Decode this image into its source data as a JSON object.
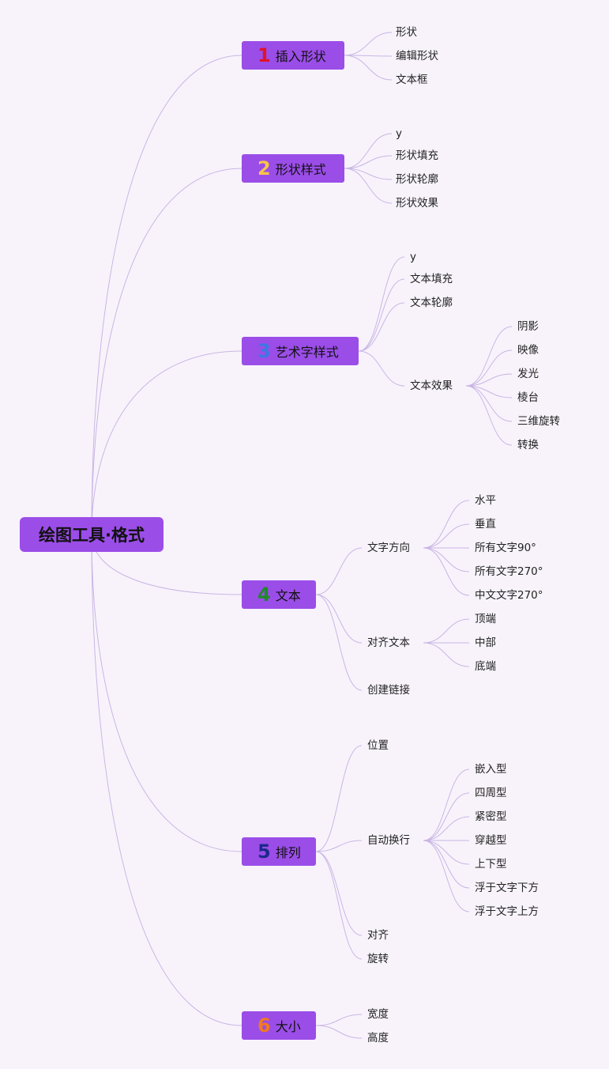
{
  "root": {
    "label": "绘图工具·格式"
  },
  "branches": [
    {
      "num": "1",
      "num_color": "#e0132a",
      "label": "插入形状",
      "items": [
        {
          "label": "形状"
        },
        {
          "label": "编辑形状"
        },
        {
          "label": "文本框"
        }
      ]
    },
    {
      "num": "2",
      "num_color": "#f7c548",
      "label": "形状样式",
      "items": [
        {
          "label": "y"
        },
        {
          "label": "形状填充"
        },
        {
          "label": "形状轮廓"
        },
        {
          "label": "形状效果"
        }
      ]
    },
    {
      "num": "3",
      "num_color": "#3b79e0",
      "label": "艺术字样式",
      "items": [
        {
          "label": "y"
        },
        {
          "label": "文本填充"
        },
        {
          "label": "文本轮廓"
        },
        {
          "label": "文本效果",
          "children": [
            "阴影",
            "映像",
            "发光",
            "棱台",
            "三维旋转",
            "转换"
          ]
        }
      ]
    },
    {
      "num": "4",
      "num_color": "#1f8a2a",
      "label": "文本",
      "items": [
        {
          "label": "文字方向",
          "children": [
            "水平",
            "垂直",
            "所有文字90°",
            "所有文字270°",
            "中文文字270°"
          ]
        },
        {
          "label": "对齐文本",
          "children": [
            "顶端",
            "中部",
            "底端"
          ]
        },
        {
          "label": "创建链接"
        }
      ]
    },
    {
      "num": "5",
      "num_color": "#1c2a8c",
      "label": "排列",
      "items": [
        {
          "label": "位置"
        },
        {
          "label": "自动换行",
          "children": [
            "嵌入型",
            "四周型",
            "紧密型",
            "穿越型",
            "上下型",
            "浮于文字下方",
            "浮于文字上方"
          ]
        },
        {
          "label": "对齐"
        },
        {
          "label": "旋转"
        }
      ]
    },
    {
      "num": "6",
      "num_color": "#f07a1f",
      "label": "大小",
      "items": [
        {
          "label": "宽度"
        },
        {
          "label": "高度"
        }
      ]
    }
  ]
}
